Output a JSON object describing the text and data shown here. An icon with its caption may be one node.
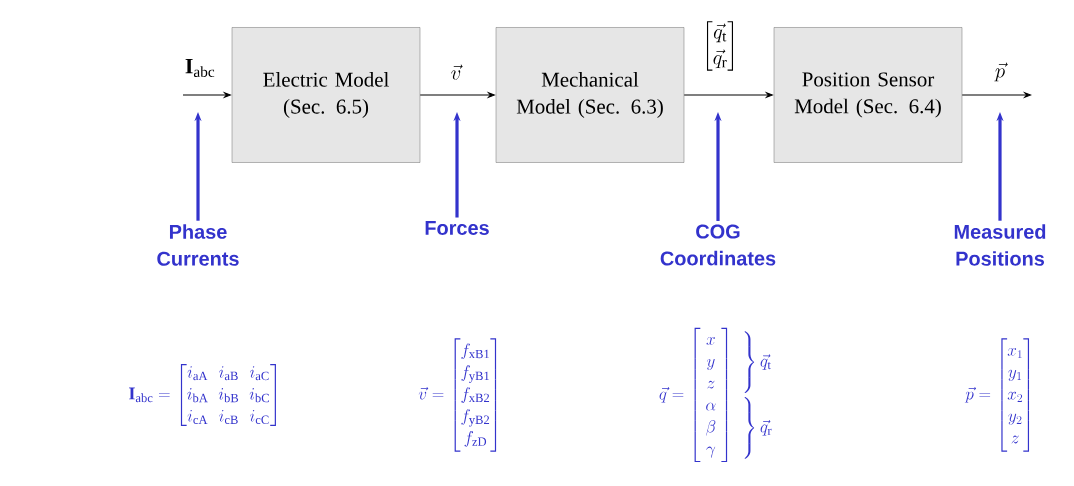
{
  "diagram": {
    "nodes": [
      {
        "text": [
          "Electric Model (Sec. 6.5)"
        ]
      },
      {
        "text": [
          "Mechanical Model (Sec. 6.3)"
        ]
      },
      {
        "text": [
          "Position Sensor Model (Sec. 6.4)"
        ]
      },
      {
        "text": [
          "Phase Currents"
        ]
      },
      {
        "text": [
          "Forces"
        ]
      },
      {
        "text": [
          "COG Coordinates"
        ]
      },
      {
        "text": [
          "Measured Positions"
        ]
      }
    ],
    "edges": [
      {
        "from": null,
        "to": 0,
        "arrow": "to",
        "label": "\\mathbf{I}_{\\mathrm{abc}}"
      },
      {
        "from": 0,
        "to": 1,
        "arrow": "to",
        "label": "\\vec{v}"
      },
      {
        "from": 1,
        "to": 2,
        "arrow": "to",
        "label": "\\begin{bmatrix}\\vec{q}_{\\mathrm{t}}\\\\ \\vec{q}_{\\mathrm{r}}\\end{bmatrix}"
      },
      {
        "from": 2,
        "to": null,
        "arrow": "to",
        "label": "\\vec{p}"
      },
      {
        "from": 3,
        "to": null,
        "arrow": "to",
        "style": "thick",
        "color": "#3333cc"
      },
      {
        "from": 4,
        "to": null,
        "arrow": "to",
        "style": "thick",
        "color": "#3333cc"
      },
      {
        "from": 5,
        "to": null,
        "arrow": "to",
        "style": "thick",
        "color": "#3333cc"
      },
      {
        "from": 6,
        "to": null,
        "arrow": "to",
        "style": "thick",
        "color": "#3333cc"
      }
    ],
    "labels": [
      "\\mathbf{I}_{\\mathrm{abc}}=\\begin{bmatrix}i_{\\mathrm{aA}} & i_{\\mathrm{aB}} & i_{\\mathrm{aC}}\\\\ i_{\\mathrm{bA}} & i_{\\mathrm{bB}} & i_{\\mathrm{bC}}\\\\ i_{\\mathrm{cA}} & i_{\\mathrm{cB}} & i_{\\mathrm{cC}}\\end{bmatrix}",
      "\\vec{v}=\\begin{bmatrix}f_{\\mathrm{xB1}}\\\\ f_{\\mathrm{yB1}}\\\\ f_{\\mathrm{xB2}}\\\\ f_{\\mathrm{yB2}}\\\\ f_{\\mathrm{zD}}\\end{bmatrix}",
      "\\vec{q}=\\left[\\begin{array}{c}x\\\\ y\\\\ z\\\\ \\alpha\\\\ \\beta\\\\ \\gamma\\end{array}\\right]\\begin{array}{l}\\left.\\vphantom{\\begin{array}{c}x\\\\ y\\\\ z\\end{array}}\\right\\}\\vec{q}_{\\mathrm{t}}\\\\ \\left.\\vphantom{\\begin{array}{c}\\alpha\\\\ \\beta\\\\ \\gamma\\end{array}}\\right\\}\\vec{q}_{\\mathrm{r}}\\end{array}",
      "\\vec{p}=\\begin{bmatrix}x_1\\\\ y_1\\\\ x_2\\\\ y_2\\\\ z\\end{bmatrix}"
    ]
  }
}
